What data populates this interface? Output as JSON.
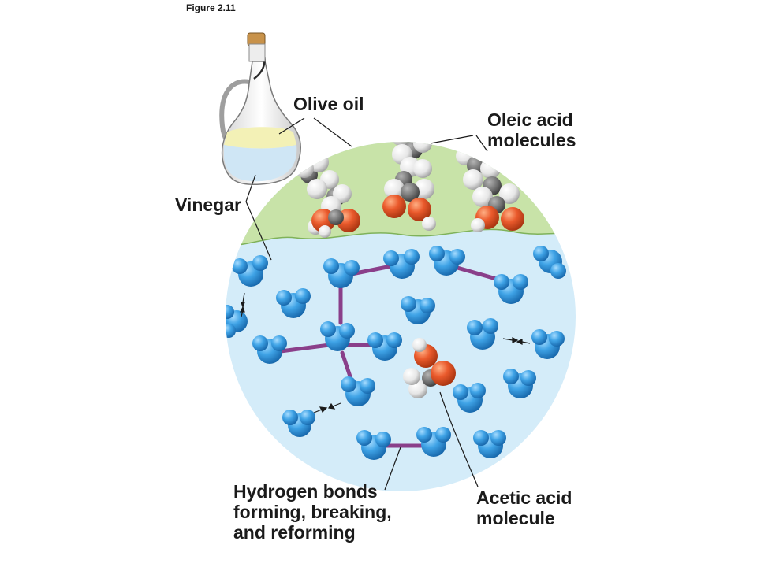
{
  "figure_label": "Figure 2.11",
  "labels": {
    "olive_oil": "Olive oil",
    "vinegar": "Vinegar",
    "oleic_line1": "Oleic acid",
    "oleic_line2": "molecules",
    "hbond_line1": "Hydrogen bonds",
    "hbond_line2": "forming, breaking,",
    "hbond_line3": "and reforming",
    "acetic_line1": "Acetic acid",
    "acetic_line2": "molecule"
  },
  "colors": {
    "oil_layer": "#c8e3a8",
    "water_layer": "#d4ecf9",
    "water_molecule": "#3a9fe0",
    "hydrogen_bond": "#8a3f8a",
    "oxygen": "#e2542c",
    "hydrogen_white": "#eeeeee",
    "carbon_gray": "#6e6e6e"
  }
}
